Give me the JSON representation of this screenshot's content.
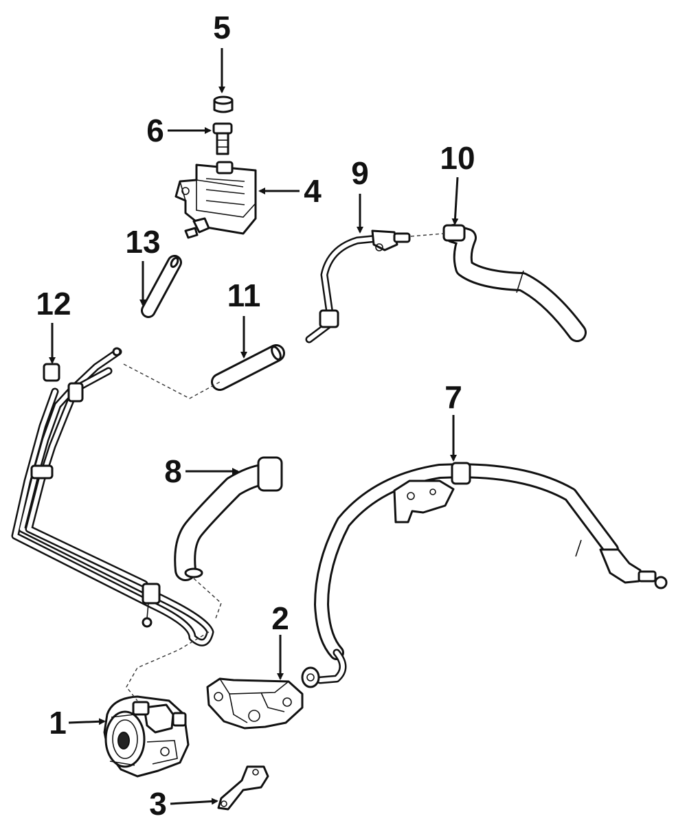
{
  "callouts": [
    {
      "id": "1",
      "part": "pump"
    },
    {
      "id": "2",
      "part": "bracket"
    },
    {
      "id": "3",
      "part": "bracket-small"
    },
    {
      "id": "4",
      "part": "reservoir"
    },
    {
      "id": "5",
      "part": "cap"
    },
    {
      "id": "6",
      "part": "bolt"
    },
    {
      "id": "7",
      "part": "pressure-hose"
    },
    {
      "id": "8",
      "part": "return-hose"
    },
    {
      "id": "9",
      "part": "return-pipe"
    },
    {
      "id": "10",
      "part": "supply-hose"
    },
    {
      "id": "11",
      "part": "hose-short"
    },
    {
      "id": "12",
      "part": "cooler-lines"
    },
    {
      "id": "13",
      "part": "hose-small"
    }
  ]
}
